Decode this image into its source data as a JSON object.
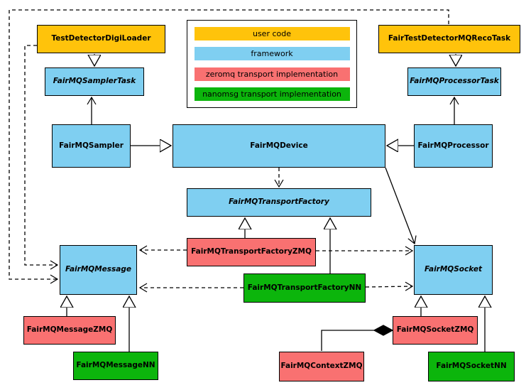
{
  "colors": {
    "user_code": "#FFC30B",
    "framework": "#7FCFF1",
    "zeromq": "#F97171",
    "nanomsg": "#0CB50C",
    "line": "#000000",
    "background": "#FFFFFF"
  },
  "legend": {
    "items": [
      {
        "label": "user code",
        "color_key": "user_code"
      },
      {
        "label": "framework",
        "color_key": "framework"
      },
      {
        "label": "zeromq transport implementation",
        "color_key": "zeromq"
      },
      {
        "label": "nanomsg transport implementation",
        "color_key": "nanomsg"
      }
    ]
  },
  "nodes": {
    "test_detector_digi_loader": {
      "label": "TestDetectorDigiLoader",
      "category": "user code"
    },
    "fair_test_detector_mq_reco_task": {
      "label": "FairTestDetectorMQRecoTask",
      "category": "user code"
    },
    "fairmq_sampler_task": {
      "label": "FairMQSamplerTask",
      "category": "framework",
      "abstract": true
    },
    "fairmq_processor_task": {
      "label": "FairMQProcessorTask",
      "category": "framework",
      "abstract": true
    },
    "fairmq_sampler": {
      "label": "FairMQSampler",
      "category": "framework"
    },
    "fairmq_device": {
      "label": "FairMQDevice",
      "category": "framework"
    },
    "fairmq_processor": {
      "label": "FairMQProcessor",
      "category": "framework"
    },
    "fairmq_transport_factory": {
      "label": "FairMQTransportFactory",
      "category": "framework",
      "abstract": true
    },
    "fairmq_transport_factory_zmq": {
      "label": "FairMQTransportFactoryZMQ",
      "category": "zeromq"
    },
    "fairmq_transport_factory_nn": {
      "label": "FairMQTransportFactoryNN",
      "category": "nanomsg"
    },
    "fairmq_message": {
      "label": "FairMQMessage",
      "category": "framework",
      "abstract": true
    },
    "fairmq_socket": {
      "label": "FairMQSocket",
      "category": "framework",
      "abstract": true
    },
    "fairmq_message_zmq": {
      "label": "FairMQMessageZMQ",
      "category": "zeromq"
    },
    "fairmq_message_nn": {
      "label": "FairMQMessageNN",
      "category": "nanomsg"
    },
    "fairmq_socket_zmq": {
      "label": "FairMQSocketZMQ",
      "category": "zeromq"
    },
    "fairmq_socket_nn": {
      "label": "FairMQSocketNN",
      "category": "nanomsg"
    },
    "fairmq_context_zmq": {
      "label": "FairMQContextZMQ",
      "category": "zeromq"
    }
  },
  "edges": [
    {
      "from": "TestDetectorDigiLoader",
      "to": "FairMQSamplerTask",
      "type": "inheritance"
    },
    {
      "from": "FairTestDetectorMQRecoTask",
      "to": "FairMQProcessorTask",
      "type": "inheritance"
    },
    {
      "from": "FairMQSampler",
      "to": "FairMQDevice",
      "type": "inheritance"
    },
    {
      "from": "FairMQProcessor",
      "to": "FairMQDevice",
      "type": "inheritance"
    },
    {
      "from": "FairMQTransportFactoryZMQ",
      "to": "FairMQTransportFactory",
      "type": "inheritance"
    },
    {
      "from": "FairMQTransportFactoryNN",
      "to": "FairMQTransportFactory",
      "type": "inheritance"
    },
    {
      "from": "FairMQMessageZMQ",
      "to": "FairMQMessage",
      "type": "inheritance"
    },
    {
      "from": "FairMQMessageNN",
      "to": "FairMQMessage",
      "type": "inheritance"
    },
    {
      "from": "FairMQSocketZMQ",
      "to": "FairMQSocket",
      "type": "inheritance"
    },
    {
      "from": "FairMQSocketNN",
      "to": "FairMQSocket",
      "type": "inheritance"
    },
    {
      "from": "FairMQSampler",
      "to": "FairMQSamplerTask",
      "type": "association"
    },
    {
      "from": "FairMQProcessor",
      "to": "FairMQProcessorTask",
      "type": "association"
    },
    {
      "from": "FairMQDevice",
      "to": "FairMQSocket",
      "type": "association"
    },
    {
      "from": "FairMQDevice",
      "to": "FairMQTransportFactory",
      "type": "dependency"
    },
    {
      "from": "FairMQTransportFactoryZMQ",
      "to": "FairMQMessage",
      "type": "dependency"
    },
    {
      "from": "FairMQTransportFactoryZMQ",
      "to": "FairMQSocket",
      "type": "dependency"
    },
    {
      "from": "FairMQTransportFactoryNN",
      "to": "FairMQMessage",
      "type": "dependency"
    },
    {
      "from": "FairMQTransportFactoryNN",
      "to": "FairMQSocket",
      "type": "dependency"
    },
    {
      "from": "TestDetectorDigiLoader",
      "to": "FairMQMessage",
      "type": "dependency"
    },
    {
      "from": "FairTestDetectorMQRecoTask",
      "to": "FairMQMessage",
      "type": "dependency"
    },
    {
      "from": "FairMQSocketZMQ",
      "to": "FairMQContextZMQ",
      "type": "composition"
    }
  ]
}
